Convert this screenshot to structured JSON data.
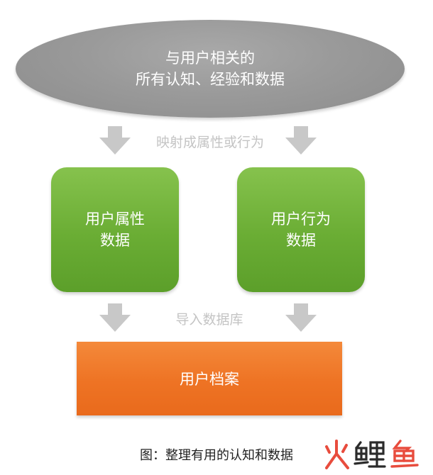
{
  "diagram": {
    "top": {
      "line1": "与用户相关的",
      "line2": "所有认知、经验和数据"
    },
    "connector_top_label": "映射成属性或行为",
    "left_box": {
      "line1": "用户属性",
      "line2": "数据"
    },
    "right_box": {
      "line1": "用户行为",
      "line2": "数据"
    },
    "connector_bottom_label": "导入数据库",
    "bottom_box": {
      "label": "用户档案"
    }
  },
  "caption": "图：整理有用的认知和数据",
  "watermark": {
    "text": "火鲤鱼",
    "colors": [
      "#e84c3d",
      "#2b2b2b",
      "#e84c3d"
    ]
  },
  "colors": {
    "ellipse": "#999999",
    "green": "#6aad34",
    "orange": "#ee7324",
    "arrow": "#c8c8c8",
    "connector_text": "#c4c4c4"
  }
}
